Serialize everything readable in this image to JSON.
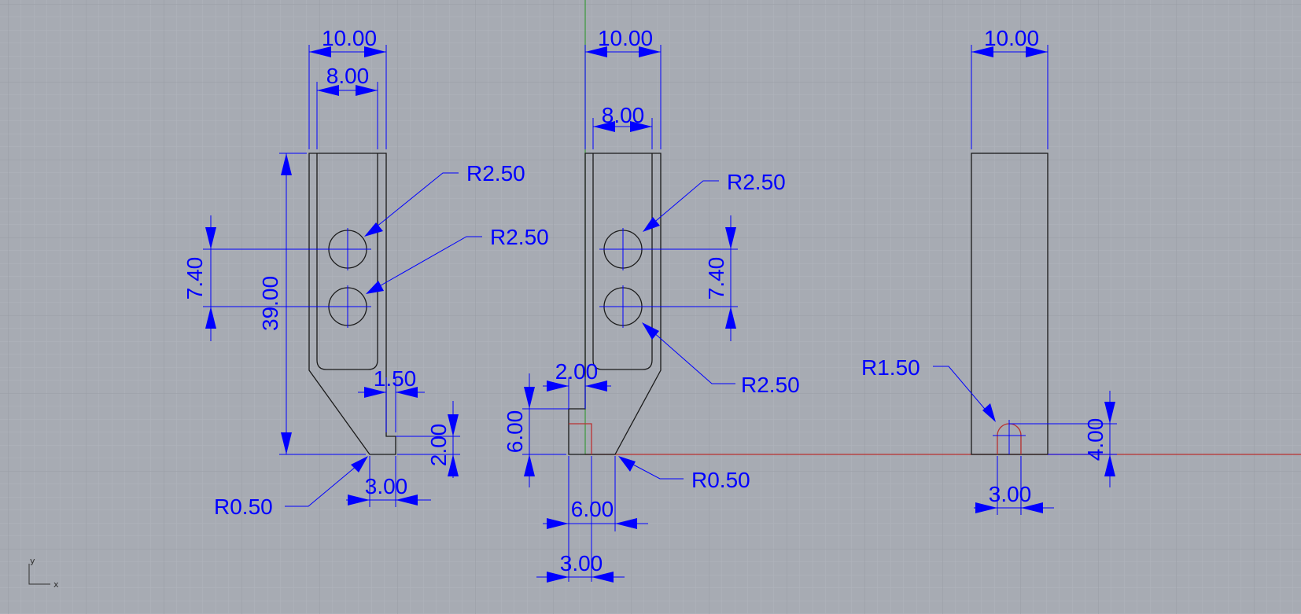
{
  "viewport": {
    "name": "Front",
    "axes": {
      "x_label": "x",
      "y_label": "y"
    },
    "colors": {
      "background": "#a7abb3",
      "grid_minor": "#b1b5bc",
      "grid_major": "#999da5",
      "dimension": "#0000ff",
      "geometry": "#1a1a1a",
      "x_axis": "#b83030",
      "y_axis": "#3a9a3a"
    }
  },
  "labels": {
    "d1_w10": "10.00",
    "d1_w8": "8.00",
    "d1_h39": "39.00",
    "d1_p740": "7.40",
    "d1_r1": "R2.50",
    "d1_r2": "R2.50",
    "d1_n150": "1.50",
    "d1_n200": "2.00",
    "d1_n300": "3.00",
    "d1_r050": "R0.50",
    "d2_w10": "10.00",
    "d2_w8": "8.00",
    "d2_r1": "R2.50",
    "d2_p740": "7.40",
    "d2_r2": "R2.50",
    "d2_n200": "2.00",
    "d2_n600v": "6.00",
    "d2_r050": "R0.50",
    "d2_n600h": "6.00",
    "d2_n300": "3.00",
    "d3_w10": "10.00",
    "d3_r150": "R1.50",
    "d3_n400": "4.00",
    "d3_n300": "3.00"
  }
}
